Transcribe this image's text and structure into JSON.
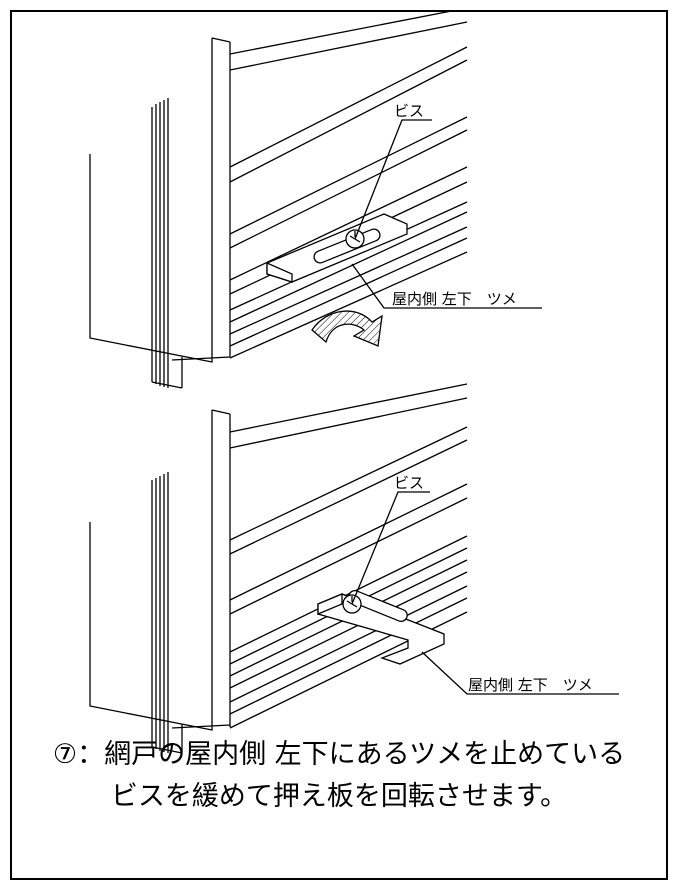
{
  "figure": {
    "top": {
      "screw_label": "ビス",
      "claw_label": "屋内側 左下　ツメ"
    },
    "bottom": {
      "screw_label": "ビス",
      "claw_label": "屋内側 左下　ツメ"
    }
  },
  "caption": {
    "line1": "⑦：網戸の屋内側 左下にあるツメを止めている",
    "line2": "ビスを緩めて押え板を回転させます。"
  }
}
